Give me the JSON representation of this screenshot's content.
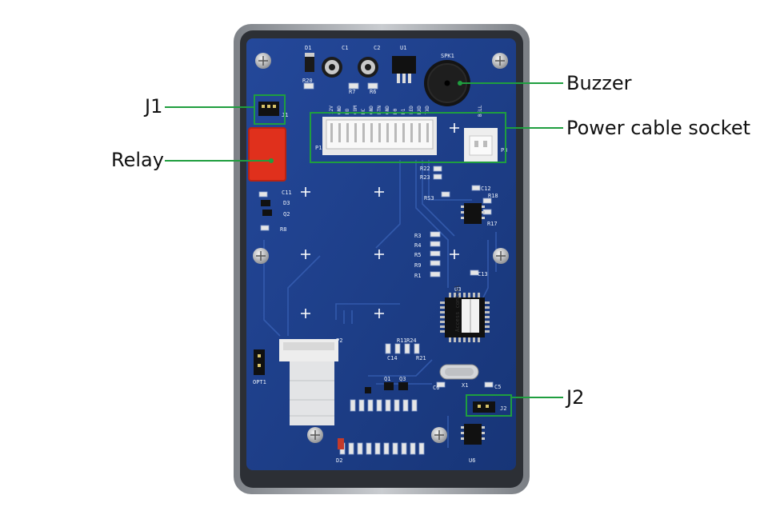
{
  "callouts": {
    "j1": "J1",
    "relay": "Relay",
    "buzzer": "Buzzer",
    "power_socket": "Power cable socket",
    "j2": "J2"
  },
  "board": {
    "chip_text": "Access control",
    "labels": {
      "d1": "D1",
      "c1": "C1",
      "c2": "C2",
      "u1": "U1",
      "spk1": "SPK1",
      "r20": "R20",
      "r7": "R7",
      "r6": "R6",
      "j1": "J1",
      "p1": "P1",
      "p3": "P3",
      "bell": "BELL",
      "r22": "R22",
      "r23": "R23",
      "rs3": "RS3",
      "c12": "C12",
      "r18": "R18",
      "r17": "R17",
      "c11": "C11",
      "d3": "D3",
      "q2": "Q2",
      "r8": "R8",
      "r3": "R3",
      "r4": "R4",
      "r5": "R5",
      "r9": "R9",
      "r1": "R1",
      "c13": "C13",
      "u3": "U3",
      "p2": "P2",
      "c14": "C14",
      "r11": "R11",
      "r24": "R24",
      "r21": "R21",
      "opt1": "OPT1",
      "q1": "Q1",
      "q3": "Q3",
      "c6": "C6",
      "x1": "X1",
      "c5": "C5",
      "j2": "J2",
      "u6": "U6",
      "d2": "D2"
    },
    "pins": [
      "12V",
      "GND",
      "NO",
      "COM",
      "NC",
      "GND",
      "BTN",
      "GND",
      "D0",
      "D1",
      "LED",
      "RXD",
      "TXD"
    ]
  },
  "colors": {
    "pcb": "#1d3f8a",
    "leader": "#1f9e3f",
    "relay": "#e0301c",
    "frame": "#9a9ea4"
  }
}
